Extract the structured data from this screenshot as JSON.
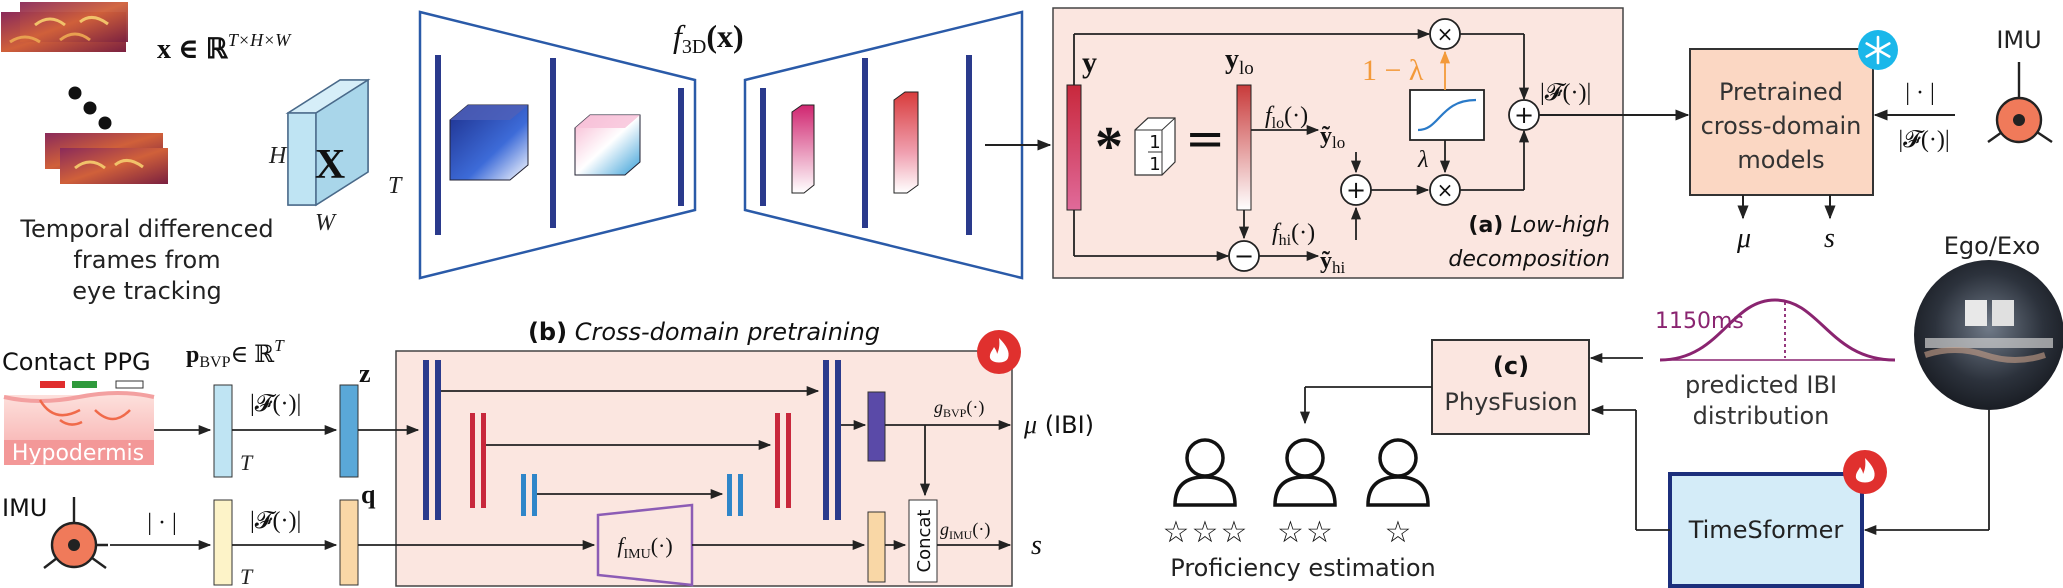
{
  "colors": {
    "navy": "#2a3a8c",
    "red": "#c8283c",
    "blue": "#2f86c9",
    "panel_fill": "#fbe6e0",
    "pretrained_fill": "#fbd7c3",
    "orange": "#f39a3a",
    "purple": "#8a2470",
    "ime_purple": "#8c5cb5",
    "snow_bg": "#1ab7ea",
    "fire_bg": "#e0302e"
  },
  "left": {
    "x_domain": "x ∈ ℝ",
    "x_domain_sup": "T×H×W",
    "cube_label": "X",
    "dim_H": "H",
    "dim_W": "W",
    "dim_T": "T",
    "caption": [
      "Temporal differenced",
      "frames from",
      "eye tracking"
    ]
  },
  "encoder": {
    "label_f": "f",
    "label_sub": "3D",
    "label_arg": "(x)"
  },
  "panel_a": {
    "y": "y",
    "y_lo": "y",
    "y_lo_sub": "lo",
    "kernel": [
      "1",
      "1"
    ],
    "f_lo": "f",
    "f_lo_sub": "lo",
    "f_lo_arg": "(·)",
    "f_hi": "f",
    "f_hi_sub": "hi",
    "f_hi_arg": "(·)",
    "y_tilde_lo": "ỹ",
    "y_tilde_lo_sub": "lo",
    "y_tilde_hi": "ỹ",
    "y_tilde_hi_sub": "hi",
    "one_minus_lambda": "1 − λ",
    "lambda": "λ",
    "times": "×",
    "plus": "+",
    "minus": "−",
    "fourier": "|𝓕(·)|",
    "caption_bold": "(a)",
    "caption_italic_1": "Low-high",
    "caption_italic_2": "decomposition"
  },
  "pretrained": {
    "lines": [
      "Pretrained",
      "cross-domain",
      "models"
    ],
    "mu": "μ",
    "s": "s",
    "in_abs": "| · |",
    "in_fourier": "|𝓕(·)|",
    "imu_label": "IMU"
  },
  "panel_b": {
    "title_bold": "(b)",
    "title_italic": "Cross-domain pretraining",
    "contact_ppg": "Contact PPG",
    "hypodermis": "Hypodermis",
    "p_bvp": "p",
    "p_bvp_sub": "BVP",
    "p_bvp_domain": "∈ ℝ",
    "p_bvp_sup": "T",
    "fourier": "|𝓕(·)|",
    "T1": "T",
    "T2": "T",
    "z": "z",
    "q": "q",
    "imu_label": "IMU",
    "abs": "| · |",
    "fourier2": "|𝓕(·)|",
    "g_bvp": "g",
    "g_bvp_sub": "BVP",
    "g_bvp_arg": "(·)",
    "g_imu": "g",
    "g_imu_sub": "IMU",
    "g_imu_arg": "(·)",
    "f_imu": "f",
    "f_imu_sub": "IMU",
    "f_imu_arg": "(·)",
    "concat": "Concat",
    "mu_ibi": "μ (IBI)",
    "s": "s"
  },
  "panel_c": {
    "c_label": "(c)",
    "physfusion": "PhysFusion",
    "ms_label": "1150ms",
    "ibi_lines": [
      "predicted IBI",
      "distribution"
    ],
    "ego_exo": "Ego/Exo",
    "timesformer": "TimeSformer",
    "proficiency": "Proficiency estimation",
    "star": "☆",
    "star_counts": [
      3,
      2,
      1
    ]
  }
}
